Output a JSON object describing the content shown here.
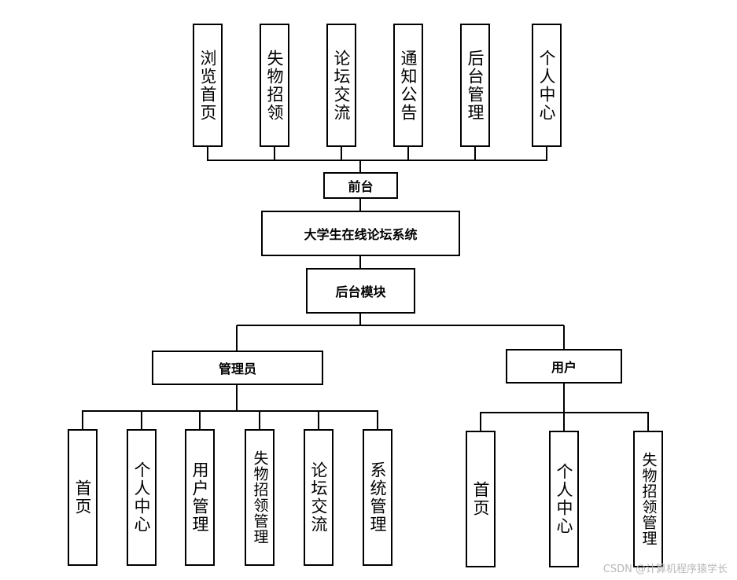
{
  "frontend": {
    "label": "前台",
    "modules": [
      "浏览首页",
      "失物招领",
      "论坛交流",
      "通知公告",
      "后台管理",
      "个人中心"
    ]
  },
  "system": {
    "label": "大学生在线论坛系统"
  },
  "backend": {
    "label": "后台模块"
  },
  "admin": {
    "label": "管理员",
    "modules": [
      "首页",
      "个人中心",
      "用户管理",
      "失物招领管理",
      "论坛交流",
      "系统管理"
    ]
  },
  "user": {
    "label": "用户",
    "modules": [
      "首页",
      "个人中心",
      "失物招领管理"
    ]
  },
  "watermark": "CSDN @计算机程序猿学长"
}
